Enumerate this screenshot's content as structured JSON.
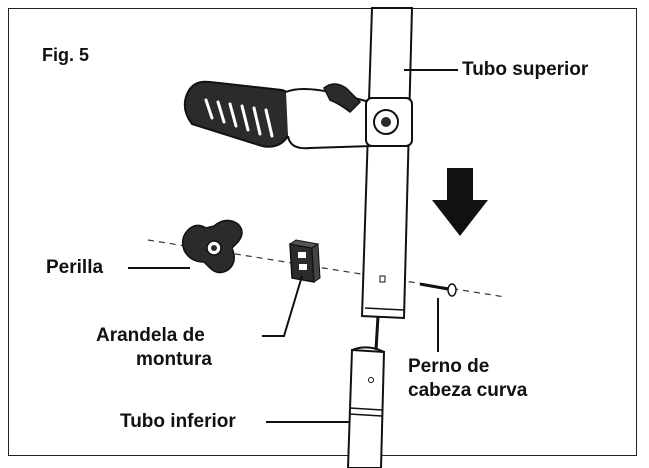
{
  "figure": {
    "label": "Fig. 5",
    "parts": {
      "upper_tube": "Tubo superior",
      "knob": "Perilla",
      "mount_washer_line1": "Arandela de",
      "mount_washer_line2": "montura",
      "carriage_bolt_line1": "Perno de",
      "carriage_bolt_line2": "cabeza curva",
      "lower_tube": "Tubo inferior"
    }
  },
  "colors": {
    "ink": "#111111",
    "dark_fill": "#2b2b2b",
    "background": "#ffffff"
  }
}
